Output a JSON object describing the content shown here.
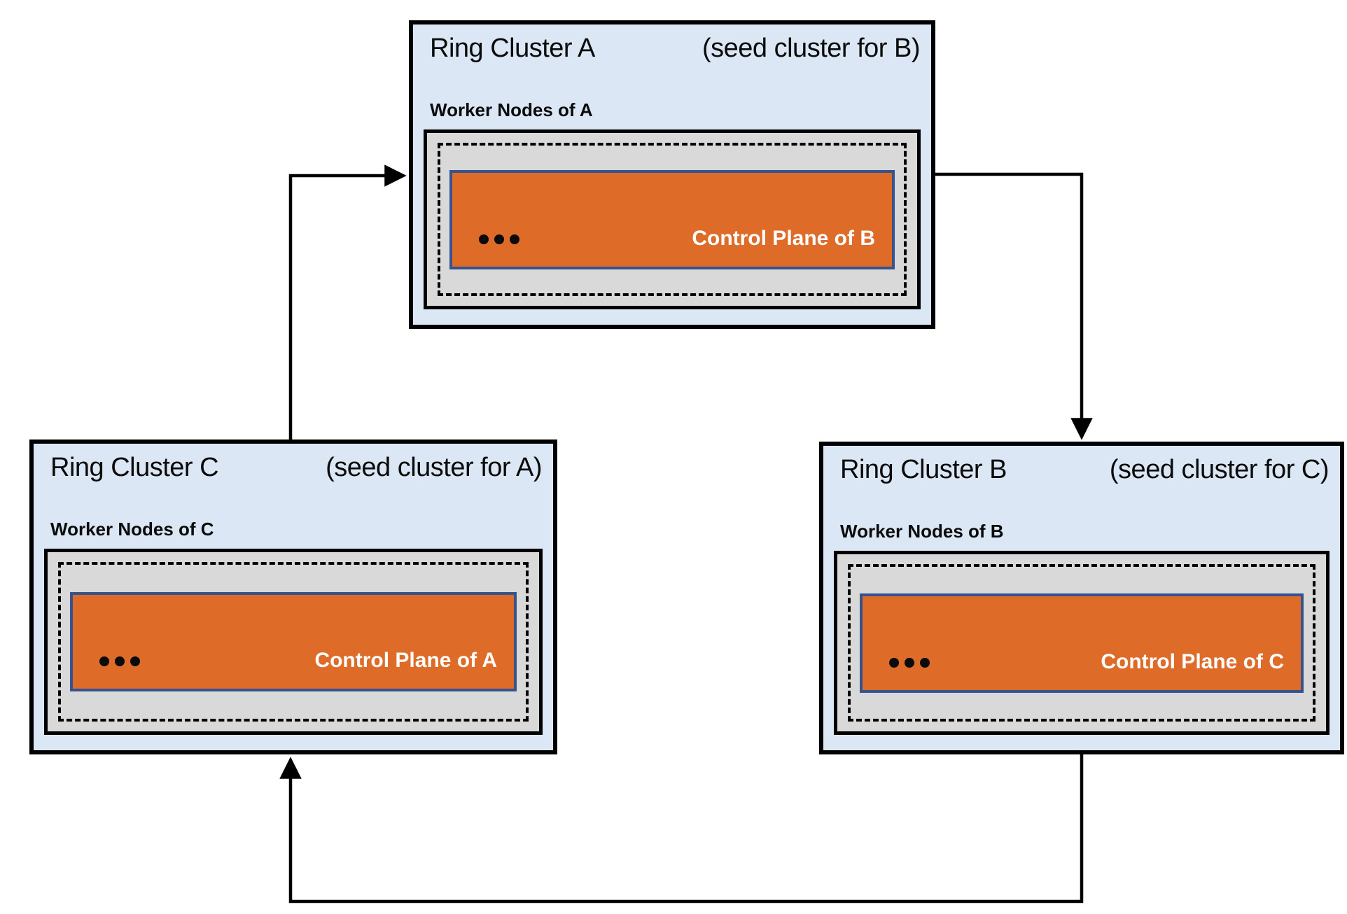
{
  "diagram_title": "",
  "clusters": [
    {
      "id": "A",
      "title": "Ring Cluster A",
      "seed_note": "(seed cluster for B)",
      "worker_label": "Worker Nodes of A",
      "control_plane_label": "Control Plane of B",
      "ellipsis": "..."
    },
    {
      "id": "B",
      "title": "Ring Cluster B",
      "seed_note": "(seed cluster for C)",
      "worker_label": "Worker Nodes of B",
      "control_plane_label": "Control Plane of C",
      "ellipsis": "..."
    },
    {
      "id": "C",
      "title": "Ring Cluster C",
      "seed_note": "(seed cluster for A)",
      "worker_label": "Worker Nodes of C",
      "control_plane_label": "Control Plane of A",
      "ellipsis": "..."
    }
  ],
  "arrows": [
    {
      "from": "C",
      "to": "A",
      "meaning": "C is seed cluster for A"
    },
    {
      "from": "A",
      "to": "B",
      "meaning": "A is seed cluster for B"
    },
    {
      "from": "B",
      "to": "C",
      "meaning": "B is seed cluster for C"
    }
  ],
  "colors": {
    "cluster_bg": "#dbe7f4",
    "worker_bg": "#d9d9d9",
    "control_bg": "#df6b28",
    "control_border": "#35548f",
    "outline": "#000000",
    "control_text": "#ffffff",
    "body_text": "#0b0b0b"
  }
}
